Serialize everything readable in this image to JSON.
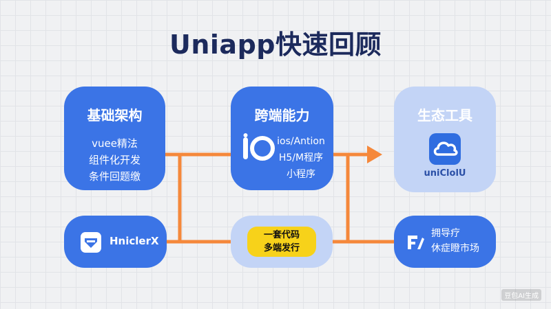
{
  "title": "Uniapp快速回顾",
  "basic": {
    "title": "基础架构",
    "lines": [
      "vuee精法",
      "组件化开发",
      "条件回题缴"
    ]
  },
  "cross": {
    "title": "跨端能力",
    "icon": "io-logo-icon",
    "lines": [
      "ios/Antion",
      "H5/M程序",
      "小程序"
    ]
  },
  "eco": {
    "title": "生态工具",
    "icon": "unicloud-cloud-icon",
    "label": "uniClolU"
  },
  "builder": {
    "icon": "hbuilderx-logo-icon",
    "label": "HniclerX"
  },
  "center": {
    "lines": [
      "一套代码",
      "多端发行"
    ]
  },
  "market": {
    "icon": "plugin-market-icon",
    "lines": [
      "拥导疗",
      "休症瞪市场"
    ]
  },
  "watermark": "豆包AI生成",
  "colors": {
    "primary": "#3b74e6",
    "light_box": "#c3d4f6",
    "connector": "#f5883b",
    "highlight": "#f7d21a",
    "title": "#1c2a5c"
  }
}
